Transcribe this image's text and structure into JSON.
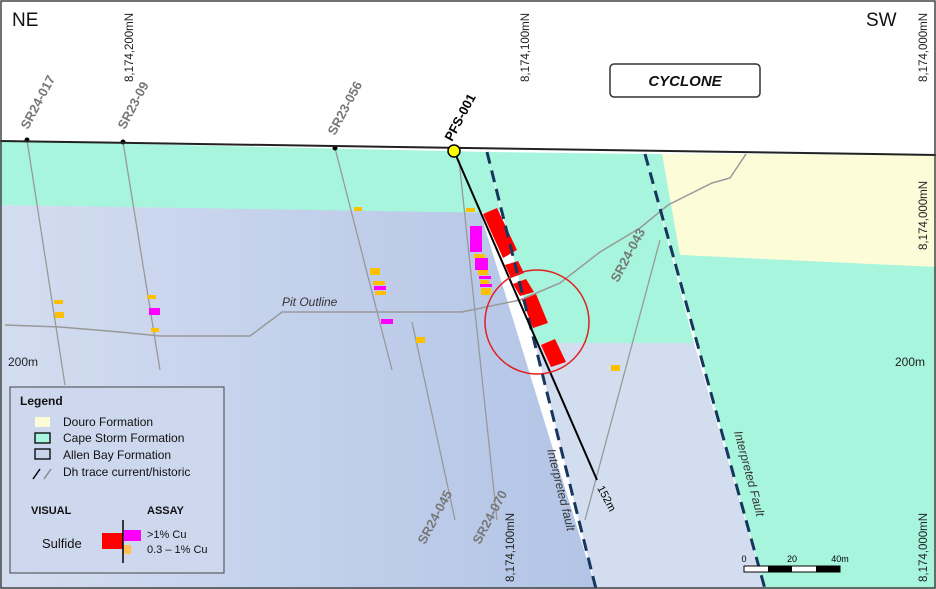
{
  "orientation": {
    "left": "NE",
    "right": "SW"
  },
  "title": "CYCLONE",
  "grid_labels_top": [
    "8,174,200mN",
    "8,174,100mN",
    "8,174,000mN"
  ],
  "grid_labels_bottom": [
    "8,174,100mN",
    "8,174,000mN"
  ],
  "depth_label_left": "200m",
  "depth_label_right": "200m",
  "drillholes": {
    "current": "PFS-001",
    "current_depth": "152m",
    "historic": [
      "SR24-017",
      "SR23-09",
      "SR23-056",
      "SR24-045",
      "SR24-070",
      "SR24-043"
    ]
  },
  "pit_outline_label": "Pit Outline",
  "fault_labels": [
    "Interpreted fault",
    "Interpreted Fault"
  ],
  "legend": {
    "title": "Legend",
    "items": [
      {
        "label": "Douro Formation",
        "color": "#fdfcd8"
      },
      {
        "label": "Cape Storm Formation",
        "color": "#a6f5dc"
      },
      {
        "label": "Allen Bay Formation",
        "color": "#c6d4ec"
      },
      {
        "label": "Dh trace current/historic"
      }
    ],
    "visual_header": "VISUAL",
    "assay_header": "ASSAY",
    "sulfide_label": "Sulfide",
    "assay_items": [
      {
        "label": ">1% Cu",
        "color": "#ff00ff"
      },
      {
        "label": "0.3 – 1% Cu",
        "color": "#ffc04d"
      }
    ],
    "sulfide_color": "#ff0000"
  },
  "scale_bar": {
    "ticks": [
      "0",
      "20",
      "40m"
    ]
  }
}
